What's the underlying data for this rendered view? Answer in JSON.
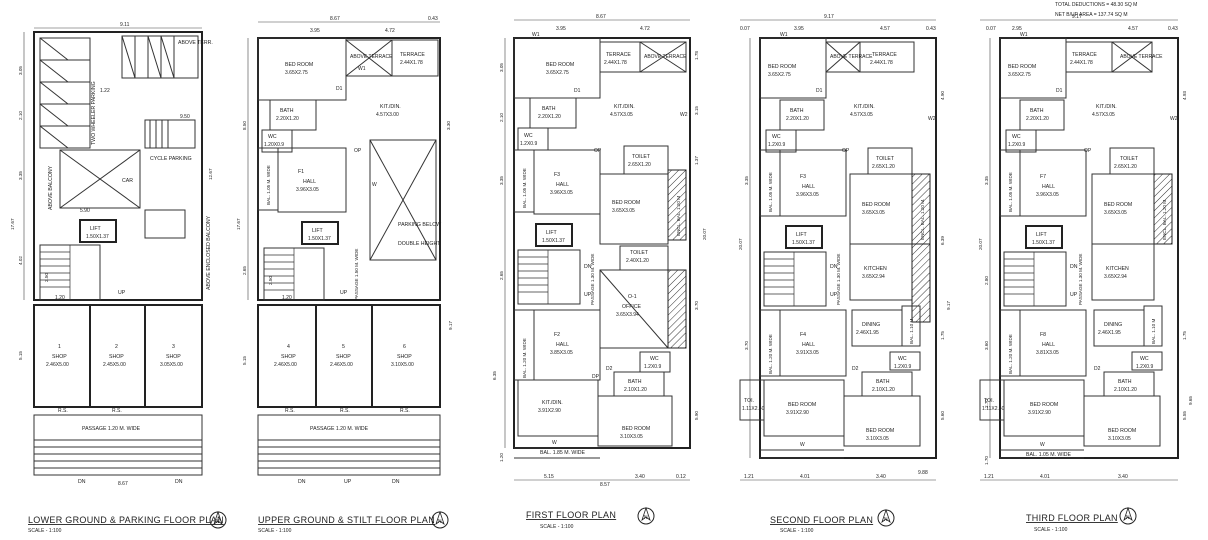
{
  "top_info": {
    "total_deductions": "TOTAL DEDUCTIONS = 48.30 SQ M",
    "net_bup_area": "NET B/UP AREA = 137.74 SQ M"
  },
  "plans": [
    {
      "title": "LOWER GROUND & PARKING FLOOR PLAN",
      "scale": "SCALE - 1:100",
      "dims_top": [
        "9.11",
        "1.22"
      ],
      "dims_side": [
        "3.05",
        "2.10",
        "3.35",
        "17.67",
        "4.02",
        "5.15"
      ],
      "labels": [
        "ABOVE TERR.",
        "TWO WHEELER PARKING",
        "CYCLE PARKING",
        "CAR",
        "ABOVE BALCONY",
        "ABOVE ENCLOSED BALCONY",
        "LIFT",
        "1.50X1.37",
        "UP",
        "2.50",
        "1.20",
        "12.67",
        "9.50",
        "5.90"
      ],
      "shops": [
        {
          "no": "1",
          "name": "SHOP",
          "size": "2.46X5.00"
        },
        {
          "no": "2",
          "name": "SHOP",
          "size": "2.45X5.00"
        },
        {
          "no": "3",
          "name": "SHOP",
          "size": "3.05X5.00"
        }
      ],
      "passage": "PASSAGE 1.20 M. WIDE",
      "rs": "R.S.",
      "dn": "DN",
      "bottom_dim": "8.67"
    },
    {
      "title": "UPPER GROUND & STILT FLOOR PLAN",
      "scale": "SCALE - 1:100",
      "dims_top": [
        "8.67",
        "3.95",
        "4.72",
        "0.43"
      ],
      "dims_side": [
        "8.50",
        "17.67",
        "2.65",
        "5.15",
        "9.17",
        "3.30"
      ],
      "rooms": [
        {
          "name": "BED ROOM",
          "size": "3.65X2.75"
        },
        {
          "name": "ABOVE TERRACE",
          "size": ""
        },
        {
          "name": "TERRACE",
          "size": "2.44X1.78"
        },
        {
          "name": "BATH",
          "size": "2.20X1.20"
        },
        {
          "name": "KIT./DIN.",
          "size": "4.57X3.00"
        },
        {
          "name": "WC",
          "size": "1.20X0.9"
        },
        {
          "name": "HALL",
          "size": "3.96X3.05"
        },
        {
          "name": "LIFT",
          "size": "1.50X1.37"
        },
        {
          "name": "PARKING BELOW",
          "size": ""
        },
        {
          "name": "DOUBLE HEIGHT",
          "size": ""
        }
      ],
      "labels": [
        "F1",
        "BAL. 1.05 M. WIDE",
        "PASSAGE 1.50 M. WIDE",
        "UP",
        "2.50",
        "1.20",
        "W1",
        "D1",
        "OP",
        "W"
      ],
      "shops": [
        {
          "no": "4",
          "name": "SHOP",
          "size": "2.46X5.00"
        },
        {
          "no": "5",
          "name": "SHOP",
          "size": "2.46X5.00"
        },
        {
          "no": "6",
          "name": "SHOP",
          "size": "3.10X5.00"
        }
      ],
      "passage": "PASSAGE 1.20 M. WIDE",
      "rs": "R.S.",
      "dn": [
        "DN",
        "UP",
        "DN"
      ]
    },
    {
      "title": "FIRST FLOOR PLAN",
      "scale": "SCALE - 1:100",
      "dims_top": [
        "8.67",
        "3.95",
        "4.72"
      ],
      "dims_side": [
        "3.05",
        "2.10",
        "3.35",
        "20.07",
        "2.65",
        "6.35",
        "1.20",
        "5.15",
        "8.57",
        "3.40",
        "0.12",
        "1.78",
        "3.15",
        "1.37",
        "3.70",
        "5.90"
      ],
      "rooms": [
        {
          "name": "BED ROOM",
          "size": "3.65X2.75"
        },
        {
          "name": "TERRACE",
          "size": "2.44X1.78"
        },
        {
          "name": "ABOVE TERRACE",
          "size": ""
        },
        {
          "name": "BATH",
          "size": "2.20X1.20"
        },
        {
          "name": "KIT./DIN.",
          "size": "4.57X3.05"
        },
        {
          "name": "WC",
          "size": "1.2X0.9"
        },
        {
          "name": "TOILET",
          "size": "2.65X1.20"
        },
        {
          "name": "HALL",
          "size": "3.96X3.05"
        },
        {
          "name": "BED ROOM",
          "size": "3.65X3.05"
        },
        {
          "name": "LIFT",
          "size": "1.50X1.37"
        },
        {
          "name": "TOILET",
          "size": "2.40X1.20"
        },
        {
          "name": "OFFICE",
          "size": "3.65X3.94"
        },
        {
          "name": "HALL",
          "size": "3.85X3.05"
        },
        {
          "name": "WC",
          "size": "1.2X0.9"
        },
        {
          "name": "BATH",
          "size": "2.10X1.20"
        },
        {
          "name": "KIT./DIN.",
          "size": "3.91X2.90"
        },
        {
          "name": "BED ROOM",
          "size": "3.10X3.05"
        }
      ],
      "labels": [
        "F3",
        "F2",
        "O-1",
        "BAL. 1.05 M. WIDE",
        "BAL. 1.20 M. WIDE",
        "PASSAGE 1.30 M. WIDE",
        "BAL. 1.85 M. WIDE",
        "ENCL. BAL. 1.20 M",
        "UP",
        "DN",
        "W1",
        "W2",
        "D1",
        "D2",
        "DP",
        "OP",
        "W"
      ]
    },
    {
      "title": "SECOND FLOOR PLAN",
      "scale": "SCALE - 1:100",
      "dims_top": [
        "9.17",
        "3.95",
        "4.57",
        "0.07",
        "0.43"
      ],
      "dims_side": [
        "4.90",
        "3.35",
        "20.07",
        "6.39",
        "9.17",
        "3.70",
        "5.60",
        "9.88",
        "1.21",
        "4.01",
        "3.40",
        "1.75"
      ],
      "rooms": [
        {
          "name": "BED ROOM",
          "size": "3.65X2.75"
        },
        {
          "name": "ABOVE TERRACE",
          "size": ""
        },
        {
          "name": "TERRACE",
          "size": "2.44X1.78"
        },
        {
          "name": "BATH",
          "size": "2.20X1.20"
        },
        {
          "name": "KIT./DIN.",
          "size": "4.57X3.05"
        },
        {
          "name": "WC",
          "size": "1.2X0.9"
        },
        {
          "name": "TOILET",
          "size": "2.65X1.20"
        },
        {
          "name": "HALL",
          "size": "3.96X3.05"
        },
        {
          "name": "BED ROOM",
          "size": "3.65X3.05"
        },
        {
          "name": "LIFT",
          "size": "1.50X1.37"
        },
        {
          "name": "KITCHEN",
          "size": "3.65X2.94"
        },
        {
          "name": "HALL",
          "size": "3.91X3.05"
        },
        {
          "name": "DINING",
          "size": "2.46X1.95"
        },
        {
          "name": "WC",
          "size": "1.2X0.9"
        },
        {
          "name": "BATH",
          "size": "2.10X1.20"
        },
        {
          "name": "TOI.",
          "size": "1.11X2.40"
        },
        {
          "name": "BED ROOM",
          "size": "3.91X2.90"
        },
        {
          "name": "BED ROOM",
          "size": "3.10X3.05"
        }
      ],
      "labels": [
        "F3",
        "F4",
        "BAL. 1.05 M. WIDE",
        "BAL. 1.20 M. WIDE",
        "PASSAGE 1.30 M. WIDE",
        "ENCL. BAL. 1.20 M.",
        "BAL. 1.10 M",
        "UP",
        "DN",
        "W1",
        "W2",
        "D1",
        "D2",
        "OP",
        "W"
      ]
    },
    {
      "title": "THIRD FLOOR PLAN",
      "scale": "SCALE - 1:100",
      "dims_top": [
        "9.17",
        "2.95",
        "4.57",
        "0.07",
        "0.43"
      ],
      "dims_side": [
        "4.93",
        "3.35",
        "20.07",
        "2.80",
        "3.60",
        "1.75",
        "2.70",
        "9.65",
        "5.55",
        "1.70",
        "1.21",
        "4.01",
        "3.40"
      ],
      "rooms": [
        {
          "name": "BED ROOM",
          "size": "3.65X2.75"
        },
        {
          "name": "TERRACE",
          "size": "2.44X1.78"
        },
        {
          "name": "ABOVE TERRACE",
          "size": ""
        },
        {
          "name": "BATH",
          "size": "2.20X1.20"
        },
        {
          "name": "KIT./DIN.",
          "size": "4.57X3.05"
        },
        {
          "name": "WC",
          "size": "1.2X0.9"
        },
        {
          "name": "TOILET",
          "size": "2.65X1.20"
        },
        {
          "name": "HALL",
          "size": "3.96X3.05"
        },
        {
          "name": "BED ROOM",
          "size": "3.65X3.05"
        },
        {
          "name": "LIFT",
          "size": "1.50X1.37"
        },
        {
          "name": "KITCHEN",
          "size": "3.65X2.94"
        },
        {
          "name": "DINING",
          "size": "2.46X1.95"
        },
        {
          "name": "HALL",
          "size": "3.81X3.05"
        },
        {
          "name": "WC",
          "size": "1.2X0.9"
        },
        {
          "name": "BATH",
          "size": "2.10X1.20"
        },
        {
          "name": "TOI.",
          "size": "1.11X2.40"
        },
        {
          "name": "BED ROOM",
          "size": "3.91X2.90"
        },
        {
          "name": "BED ROOM",
          "size": "3.10X3.05"
        }
      ],
      "labels": [
        "F7",
        "F8",
        "BAL. 1.05 M. WIDE",
        "BAL. 1.20 M. WIDE",
        "PASSAGE 1.30 M. WIDE",
        "ENCL. BAL. 1.20 M.",
        "BAL. 1.10 M",
        "BAL. 1.05 M. WIDE",
        "UP",
        "DN",
        "W1",
        "W2",
        "D1",
        "D2",
        "OP",
        "W"
      ]
    }
  ],
  "north_label": "N"
}
